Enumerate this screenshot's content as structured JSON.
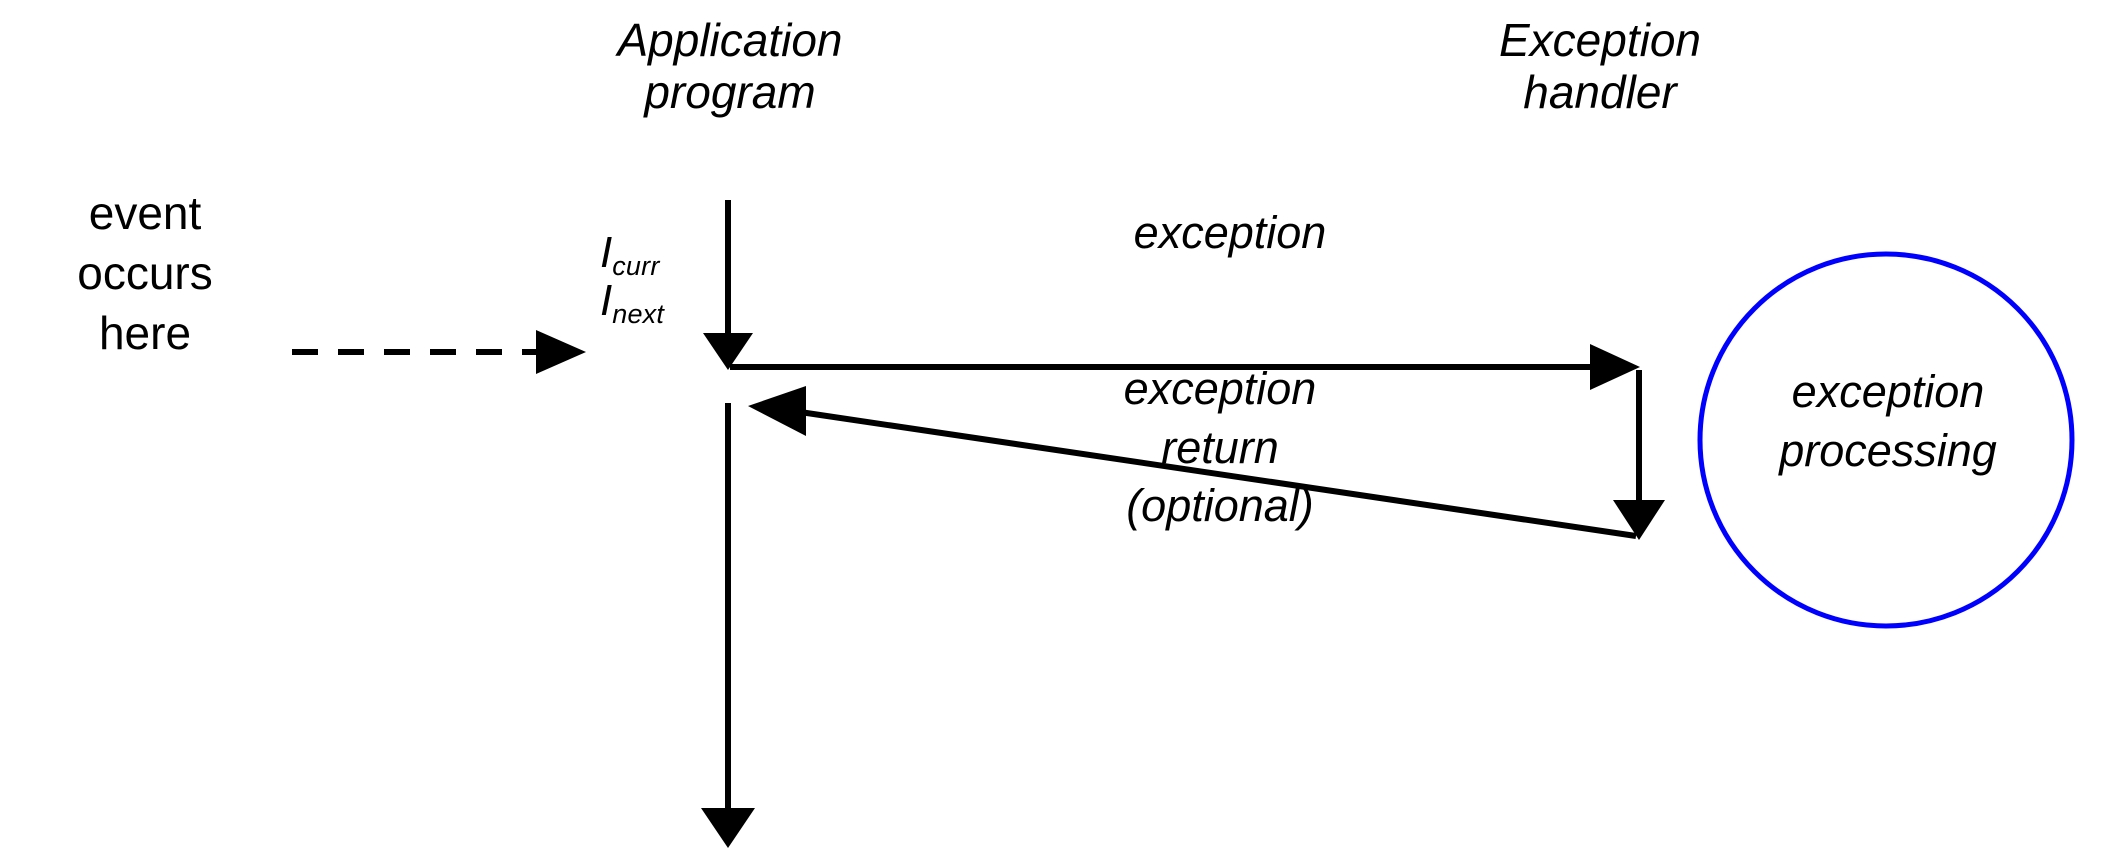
{
  "diagram": {
    "title": "Exception control flow",
    "background_color": "#ffffff",
    "line_color": "#000000",
    "accent_color": "#0000ff"
  },
  "headers": {
    "application_program": "Application\nprogram",
    "exception_handler": "Exception\nhandler"
  },
  "captions": {
    "event_occurs_here": "event\noccurs\nhere"
  },
  "instructions": {
    "current": {
      "base": "I",
      "subscript": "curr"
    },
    "next": {
      "base": "I",
      "subscript": "next"
    }
  },
  "edges": {
    "exception": "exception",
    "exception_return": "exception\nreturn\n(optional)"
  },
  "handler": {
    "processing_label": "exception\nprocessing",
    "circle_color": "#0000ff"
  }
}
